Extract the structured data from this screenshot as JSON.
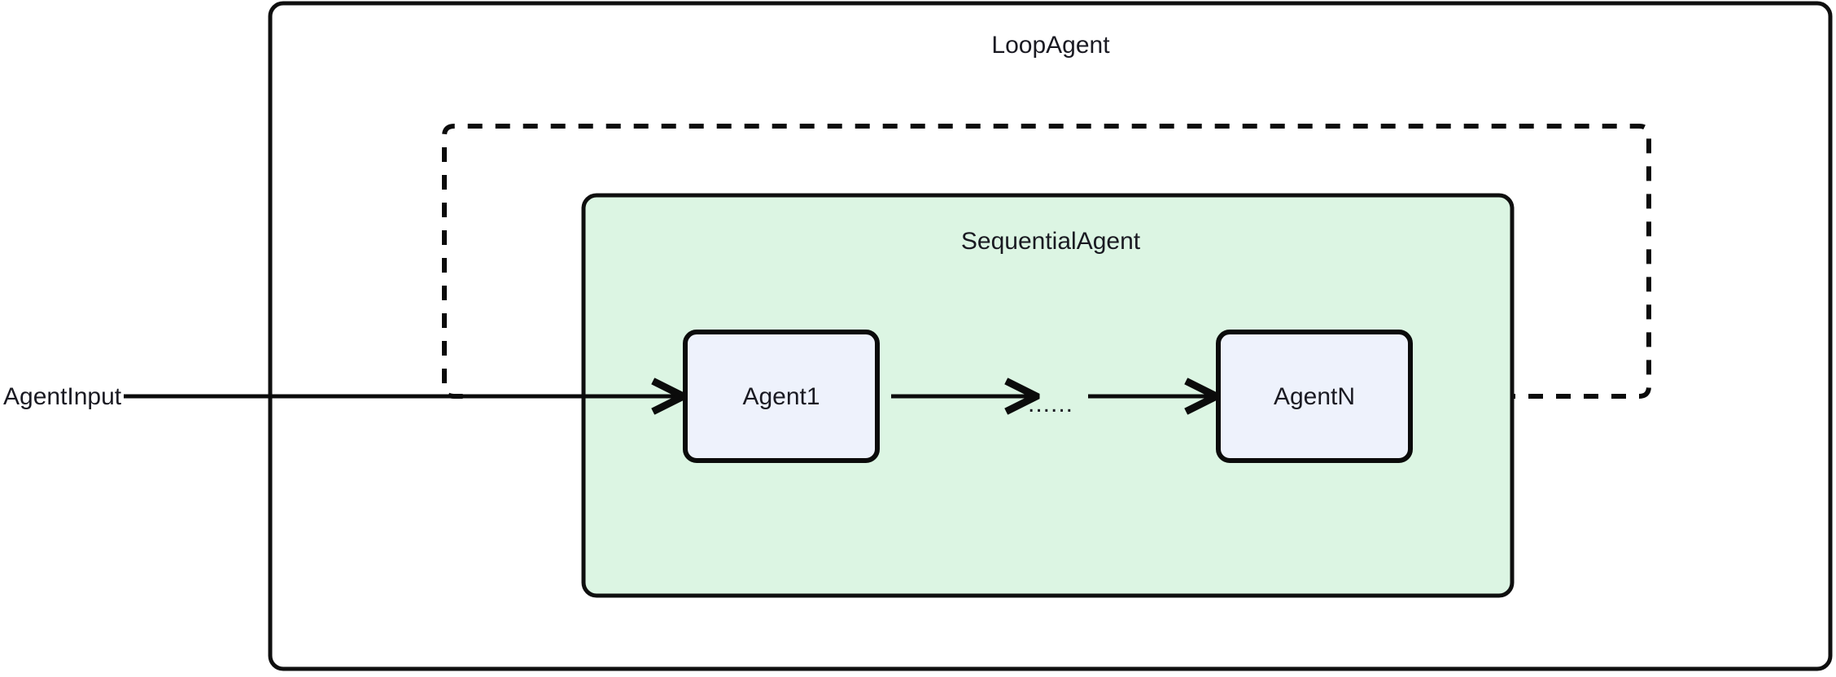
{
  "diagram": {
    "type": "agent-architecture-flowchart",
    "background_color": "#ffffff",
    "containers": [
      {
        "id": "loop-agent",
        "label": "LoopAgent",
        "fill": "#ffffff",
        "stroke": "#0f0f0f",
        "label_position": "top-center"
      },
      {
        "id": "sequential-agent",
        "label": "SequentialAgent",
        "fill": "#dcf5e3",
        "stroke": "#0f0f0f",
        "label_position": "top-center"
      }
    ],
    "nodes": [
      {
        "id": "agent-1",
        "label": "Agent1",
        "fill": "#eef2fc",
        "stroke": "#0b0b0b"
      },
      {
        "id": "agent-n",
        "label": "AgentN",
        "fill": "#eef2fc",
        "stroke": "#0b0b0b"
      }
    ],
    "io_labels": [
      {
        "id": "agent-input",
        "label": "AgentInput"
      }
    ],
    "ellipsis": "......",
    "edges": [
      {
        "id": "input-to-agent1",
        "from": "AgentInput",
        "to": "Agent1",
        "style": "solid",
        "arrow": true
      },
      {
        "id": "agent1-to-ellipsis",
        "from": "Agent1",
        "to": "......",
        "style": "solid",
        "arrow": true
      },
      {
        "id": "ellipsis-to-agentn",
        "from": "......",
        "to": "AgentN",
        "style": "solid",
        "arrow": true
      },
      {
        "id": "agentn-loopback",
        "from": "AgentN",
        "to": "Agent1",
        "style": "dashed",
        "arrow": false
      }
    ]
  }
}
